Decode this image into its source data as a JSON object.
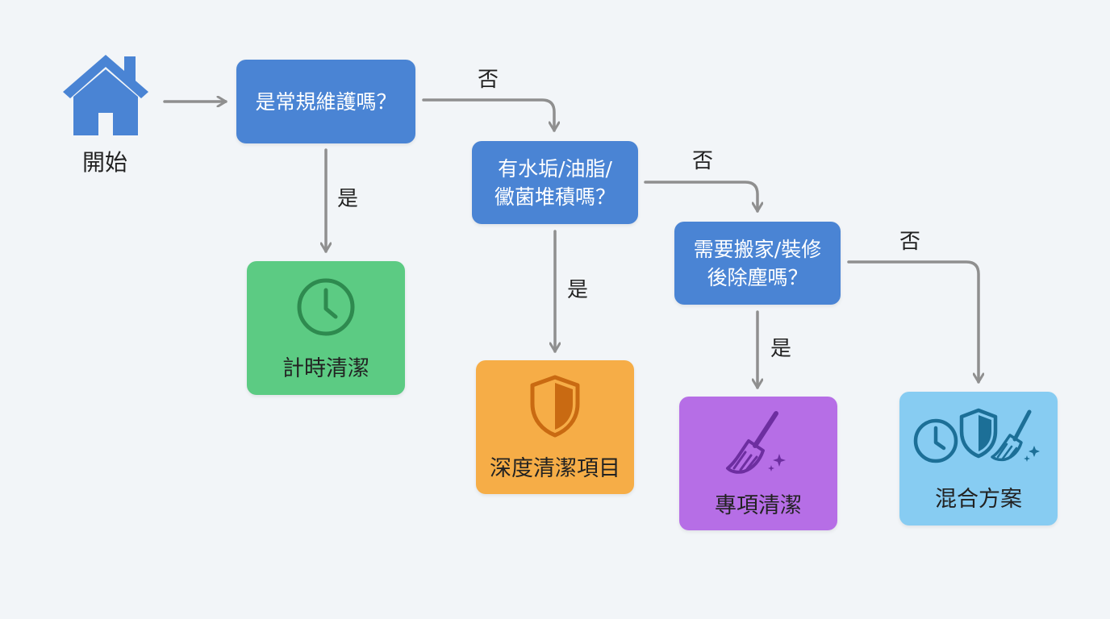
{
  "start": {
    "label": "開始",
    "icon": "house-icon"
  },
  "decisions": [
    {
      "id": "d1",
      "lines": [
        "是常規維護嗎？"
      ]
    },
    {
      "id": "d2",
      "lines": [
        "有水垢/油脂/",
        "黴菌堆積嗎？"
      ]
    },
    {
      "id": "d3",
      "lines": [
        "需要搬家/裝修",
        "後除塵嗎？"
      ]
    }
  ],
  "results": [
    {
      "id": "r1",
      "label": "計時清潔",
      "icon": "clock-icon",
      "color": "#5ccb83"
    },
    {
      "id": "r2",
      "label": "深度清潔項目",
      "icon": "shield-icon",
      "color": "#f6ad47"
    },
    {
      "id": "r3",
      "label": "專項清潔",
      "icon": "broom-icon",
      "color": "#b66ee6"
    },
    {
      "id": "r4",
      "label": "混合方案",
      "icon": "clock-shield-broom-icons",
      "color": "#87ccf2"
    }
  ],
  "edge_labels": {
    "yes": "是",
    "no": "否"
  },
  "colors": {
    "decision": "#4a84d4",
    "arrow": "#8f8f8f",
    "house": "#4a84d4"
  }
}
